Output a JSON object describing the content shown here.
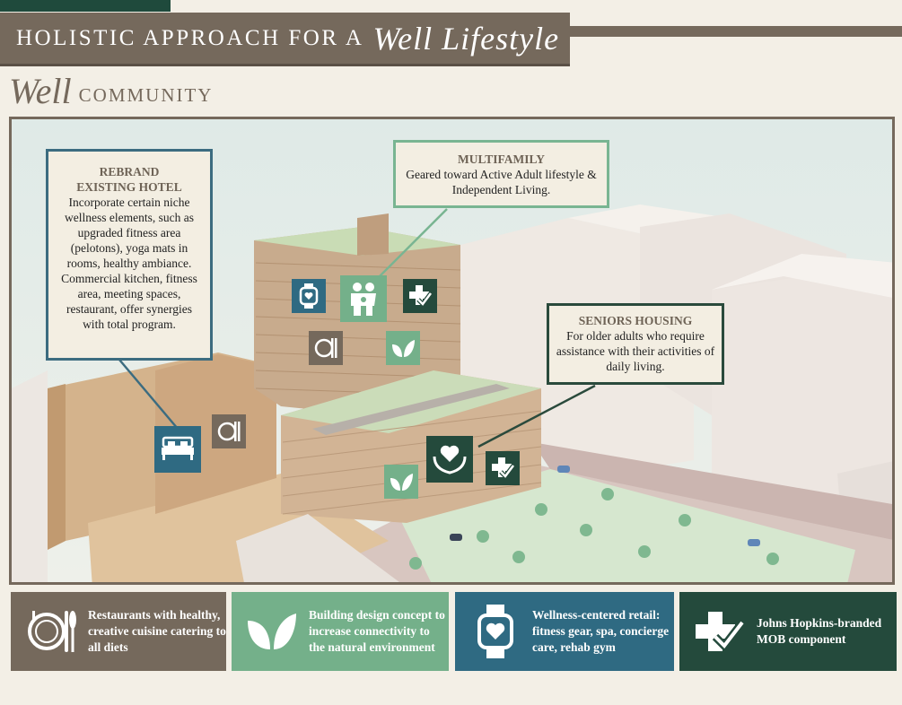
{
  "header": {
    "title_caps": "HOLISTIC APPROACH FOR A",
    "title_script": "Well Lifestyle",
    "subtitle_script": "Well",
    "subtitle_caps": "COMMUNITY"
  },
  "callouts": {
    "hotel": {
      "title_line1": "REBRAND",
      "title_line2": "EXISTING HOTEL",
      "body": "Incorporate certain niche wellness elements, such as upgraded fitness area (pelotons), yoga mats in rooms, healthy ambiance. Commercial kitchen, fitness area, meeting spaces, restaurant, offer synergies with total program."
    },
    "multifamily": {
      "title": "MULTIFAMILY",
      "body": "Geared toward Active Adult lifestyle & Independent Living."
    },
    "seniors": {
      "title": "SENIORS HOUSING",
      "body": "For older adults who require assistance with their activities of daily living."
    }
  },
  "legend": [
    {
      "icon": "dining-icon",
      "text": "Restaurants with healthy, creative cuisine catering to all diets",
      "color": "#75695c"
    },
    {
      "icon": "leaf-icon",
      "text": "Building design concept to increase connectivity to the natural environment",
      "color": "#74b08a"
    },
    {
      "icon": "smartwatch-icon",
      "text": "Wellness-centered retail: fitness gear, spa, concierge care, rehab gym",
      "color": "#2f6a82"
    },
    {
      "icon": "medical-cross-icon",
      "text": "Johns Hopkins-branded MOB component",
      "color": "#244a3c"
    }
  ],
  "colors": {
    "brown": "#75695c",
    "green": "#74b08a",
    "blue": "#2f6a82",
    "dark_green": "#244a3c",
    "background": "#f3efe6"
  }
}
